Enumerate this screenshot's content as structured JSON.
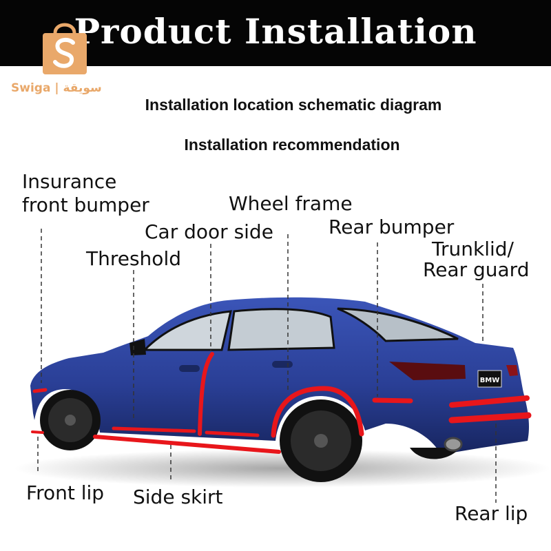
{
  "banner": {
    "title": "Product Installation"
  },
  "logo": {
    "text": "Swiga | سويقة"
  },
  "headings": {
    "schematic": "Installation location schematic diagram",
    "recommendation": "Installation recommendation"
  },
  "labels": {
    "front_bumper_line1": "Insurance",
    "front_bumper_line2": "front bumper",
    "wheel_frame": "Wheel frame",
    "car_door_side": "Car door side",
    "rear_bumper": "Rear bumper",
    "threshold": "Threshold",
    "trunklid_line1": "Trunklid/",
    "trunklid_line2": "Rear guard",
    "front_lip": "Front lip",
    "side_skirt": "Side skirt",
    "rear_lip": "Rear lip"
  },
  "car": {
    "badge": "BMW"
  },
  "colors": {
    "banner_bg": "#050505",
    "car_body": "#2a3f96",
    "strip": "#e8161b",
    "logo": "#e9a86a"
  }
}
